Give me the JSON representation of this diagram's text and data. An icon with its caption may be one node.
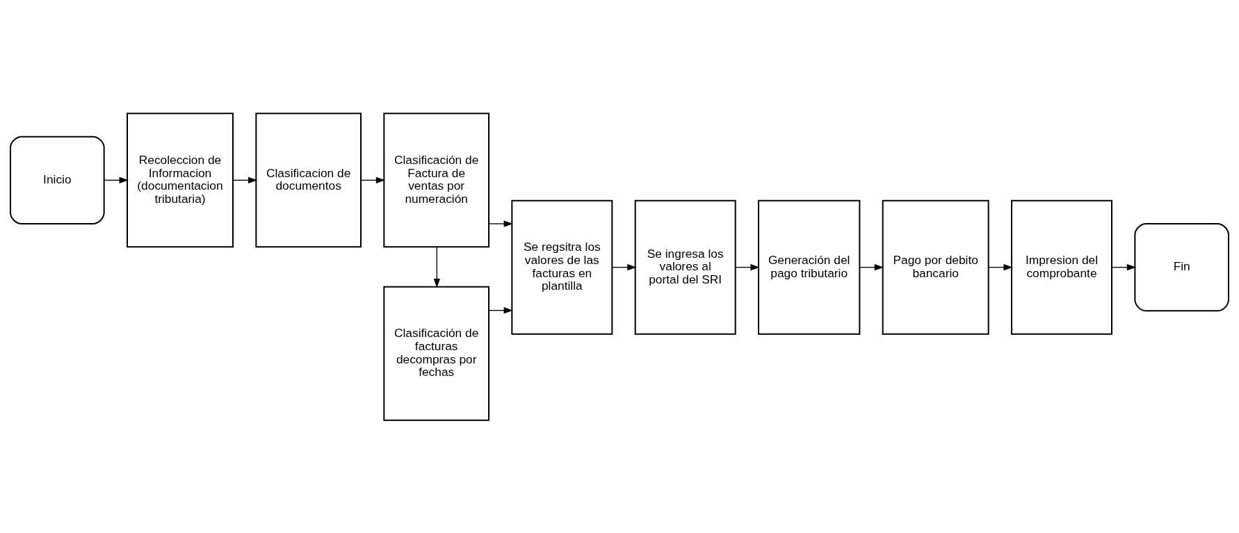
{
  "diagram": {
    "nodes": [
      {
        "text": [
          "Inicio"
        ]
      },
      {
        "text": [
          "Recoleccion de Informacion (documentacion tributaria)"
        ]
      },
      {
        "text": [
          "Clasificacion de documentos"
        ]
      },
      {
        "text": [
          "Clasificación de Factura de ventas por numeración"
        ]
      },
      {
        "text": [
          "Clasificación de facturas decompras por fechas"
        ]
      },
      {
        "text": [
          "Se regsitra los valores de las facturas en plantilla"
        ]
      },
      {
        "text": [
          "Se ingresa los valores al portal del SRI"
        ]
      },
      {
        "text": [
          "Generación del pago tributario"
        ]
      },
      {
        "text": [
          "Pago por debito bancario"
        ]
      },
      {
        "text": [
          "Impresion del comprobante"
        ]
      },
      {
        "text": [
          "Fin"
        ]
      }
    ],
    "edges": [
      {
        "from": 0,
        "to": 1,
        "arrow": "to"
      },
      {
        "from": 1,
        "to": 2,
        "arrow": "to"
      },
      {
        "from": 2,
        "to": 3,
        "arrow": "to"
      },
      {
        "from": 3,
        "to": 4,
        "arrow": "to"
      },
      {
        "from": 3,
        "to": 5,
        "arrow": "to"
      },
      {
        "from": 4,
        "to": 5,
        "arrow": "to"
      },
      {
        "from": 5,
        "to": 6,
        "arrow": "to"
      },
      {
        "from": 6,
        "to": 7,
        "arrow": "to"
      },
      {
        "from": 7,
        "to": 8,
        "arrow": "to"
      },
      {
        "from": 8,
        "to": 9,
        "arrow": "to"
      },
      {
        "from": 9,
        "to": 10,
        "arrow": "to"
      }
    ]
  }
}
